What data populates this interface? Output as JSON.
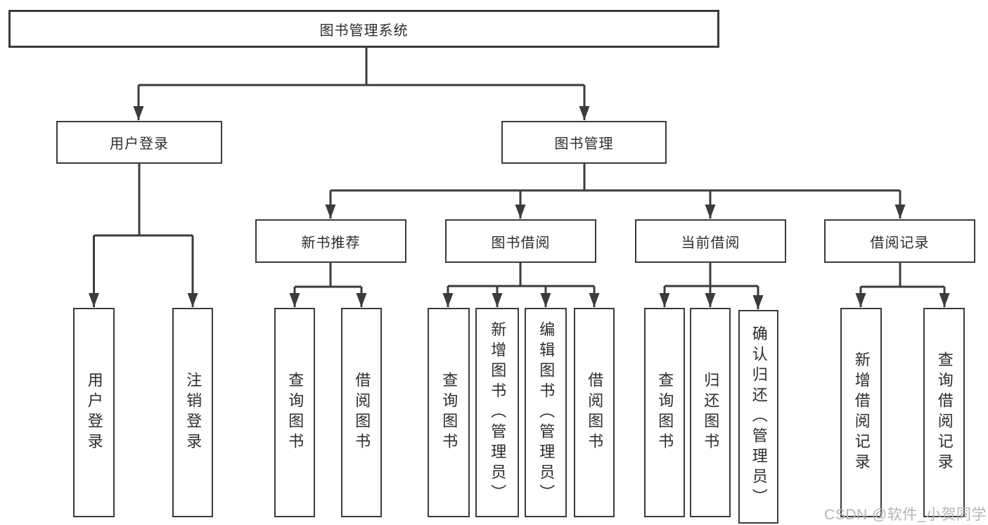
{
  "nodes": {
    "root": {
      "label": "图书管理系统"
    },
    "user_login": {
      "label": "用户登录"
    },
    "book_management": {
      "label": "图书管理"
    },
    "new_book_recommend": {
      "label": "新书推荐"
    },
    "book_borrowing": {
      "label": "图书借阅"
    },
    "current_borrowing": {
      "label": "当前借阅"
    },
    "borrowing_records": {
      "label": "借阅记录"
    },
    "leaf_user_login": {
      "label": "用户登录"
    },
    "leaf_logout": {
      "label": "注销登录"
    },
    "rec_query_books": {
      "label": "查询图书"
    },
    "rec_borrow_books": {
      "label": "借阅图书"
    },
    "bor_query_books": {
      "label": "查询图书"
    },
    "bor_add_books": {
      "label": "新增图书（管理员）"
    },
    "bor_edit_books": {
      "label": "编辑图书（管理员）"
    },
    "bor_borrow_books": {
      "label": "借阅图书"
    },
    "cur_query_books": {
      "label": "查询图书"
    },
    "cur_return_books": {
      "label": "归还图书"
    },
    "cur_confirm_return": {
      "label": "确认归还（管理员）"
    },
    "log_add_record": {
      "label": "新增借阅记录"
    },
    "log_query_record": {
      "label": "查询借阅记录"
    }
  },
  "watermark": {
    "text": "CSDN @软件_小贺同学"
  },
  "colors": {
    "line": "#3b3b3b",
    "box_border": "#3b3b3b",
    "text": "#2d2d2d",
    "watermark": "#b4b4b4",
    "background": "#ffffff"
  }
}
